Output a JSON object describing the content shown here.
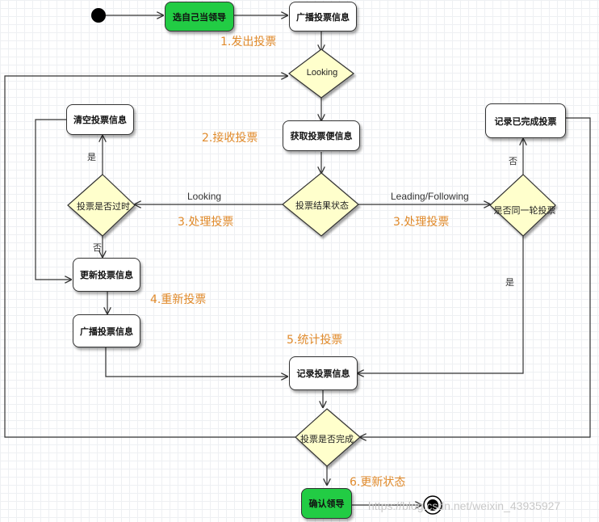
{
  "nodes": {
    "select_leader": "选自己当领导",
    "broadcast_top": "广播投票信息",
    "looking": "Looking",
    "fetch_vote": "获取投票便信息",
    "vote_state": "投票结果状态",
    "clear_vote": "清空投票信息",
    "vote_expired": "投票是否过时",
    "update_vote": "更新投票信息",
    "broadcast_left": "广播投票信息",
    "record_done": "记录已完成投票",
    "same_round": "是否同一轮投票",
    "record_vote": "记录投票信息",
    "vote_complete": "投票是否完成",
    "confirm_leader": "确认领导"
  },
  "edges": {
    "left_looking": "Looking",
    "right_leading": "Leading/Following",
    "yes_left": "是",
    "no_left": "否",
    "no_right": "否",
    "yes_right": "是"
  },
  "steps": {
    "s1": "1.发出投票",
    "s2": "2.接收投票",
    "s3_left": "3.处理投票",
    "s3_right": "3.处理投票",
    "s4": "4.重新投票",
    "s5": "5.统计投票",
    "s6": "6.更新状态"
  },
  "watermark": "https://blog.csdn.net/weixin_43935927",
  "colors": {
    "start_node": "#22cc44",
    "decision_fill": "#ffffcc",
    "step_text": "#e08a2b"
  }
}
